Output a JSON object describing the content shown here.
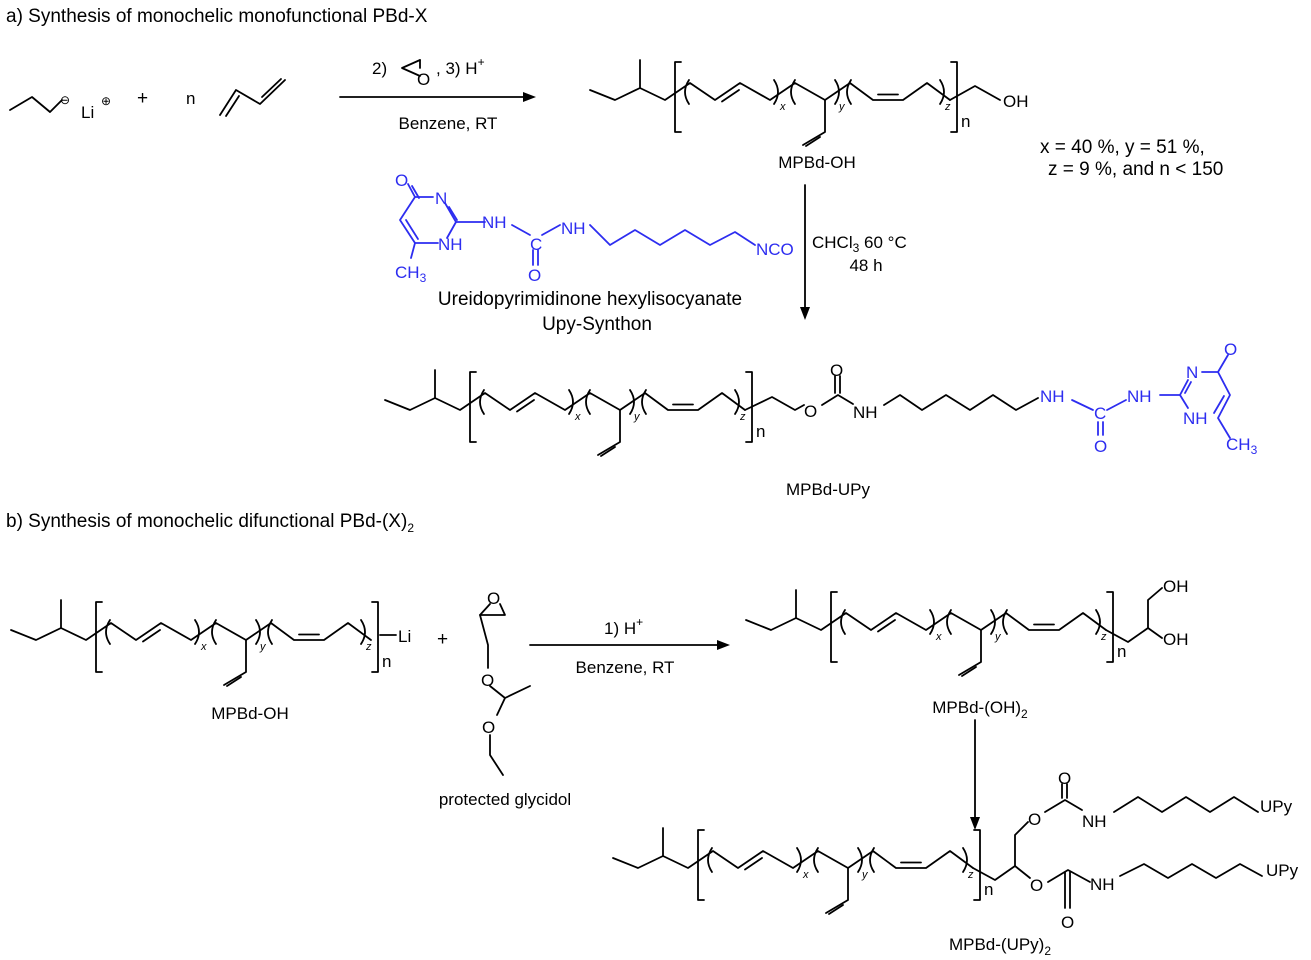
{
  "polymer": {
    "x": "x",
    "y": "y",
    "z": "z",
    "n": "n"
  },
  "part_a": {
    "title": "a) Synthesis of monochelic monofunctional PBd-X",
    "initiator_li": "Li",
    "minus": "⊖",
    "plus_charge": "⊕",
    "plus": "+",
    "n": "n",
    "step2": "2)",
    "epoxide_o": "O",
    "step3": ", 3) H",
    "step3_sup": "+",
    "conditions": "Benzene, RT",
    "product1_end": "OH",
    "product1_label": "MPBd-OH",
    "composition": [
      "x = 40 %, y = 51 %,",
      "z = 9 %, and n < 150"
    ],
    "synthon": {
      "o_ring": "O",
      "n_ring": "N",
      "nh_link": "NH",
      "c_urea": "C",
      "nh_chain": "NH",
      "nh_ring": "NH",
      "ch": "CH",
      "ch_sub": "3",
      "o_urea": "O",
      "nco": "NCO",
      "name": "Ureidopyrimidinone hexylisocyanate",
      "short_name": "Upy-Synthon"
    },
    "conditions2": {
      "solvent": "CHCl",
      "solvent_sub": "3",
      "temp": " 60 °C",
      "time": "48 h"
    },
    "product2": {
      "o_ester": "O",
      "o_carbonyl": "O",
      "nh_carbamate": "NH",
      "nh_urea1": "NH",
      "c_urea": "C",
      "o_urea": "O",
      "nh_urea2": "NH",
      "n_ring": "N",
      "o_ring": "O",
      "nh_ring": "NH",
      "ch": "CH",
      "ch_sub": "3",
      "label": "MPBd-UPy"
    }
  },
  "part_b": {
    "title": "b) Synthesis of monochelic difunctional PBd-(X)",
    "title_sub": "2",
    "start_li": "Li",
    "start_label": "MPBd-OH",
    "plus": "+",
    "glycidol_o1": "O",
    "glycidol_o2": "O",
    "glycidol_o3": "O",
    "glycidol_label": "protected glycidol",
    "step1": "1) H",
    "step1_sup": "+",
    "conditions": "Benzene, RT",
    "diol_oh1": "OH",
    "diol_oh2": "OH",
    "diol_label": "MPBd-(OH)",
    "diol_label_sub": "2",
    "final": {
      "o1": "O",
      "o1_carbonyl": "O",
      "nh1": "NH",
      "upy1": "UPy",
      "o2": "O",
      "o2_carbonyl": "O",
      "nh2": "NH",
      "upy2": "UPy",
      "label": "MPBd-(UPy)",
      "label_sub": "2"
    }
  }
}
